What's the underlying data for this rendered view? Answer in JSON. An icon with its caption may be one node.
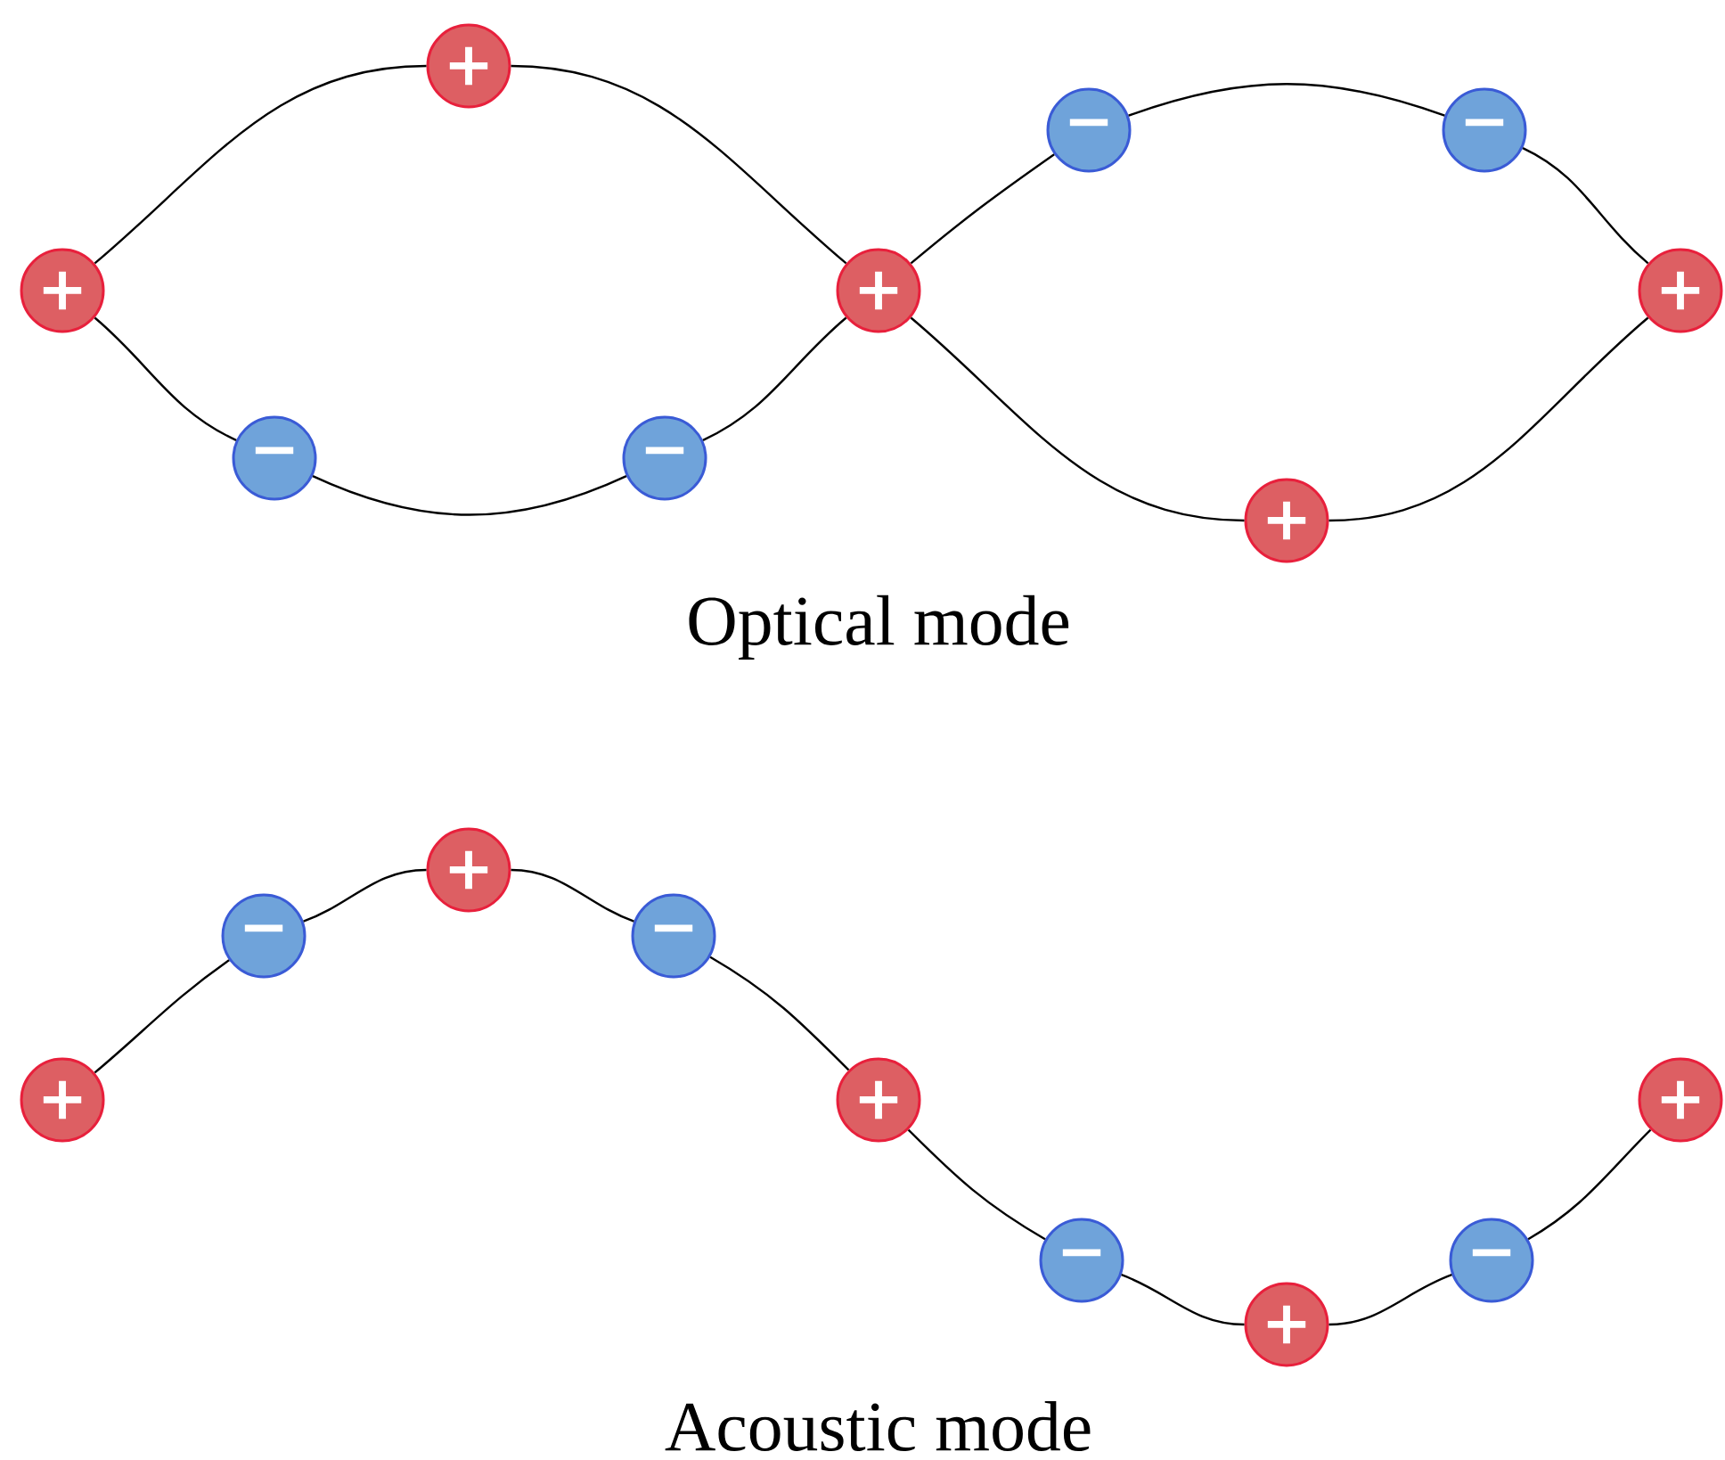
{
  "diagram": {
    "nodes": [
      {
        "text": [
          "+"
        ]
      },
      {
        "text": [
          "+"
        ]
      },
      {
        "text": [
          "+"
        ]
      },
      {
        "text": [
          "−"
        ]
      },
      {
        "text": [
          "−"
        ]
      },
      {
        "text": [
          "−"
        ]
      },
      {
        "text": [
          "−"
        ]
      },
      {
        "text": [
          "+"
        ]
      },
      {
        "text": [
          "+"
        ]
      },
      {
        "text": [
          "+"
        ]
      },
      {
        "text": [
          "−"
        ]
      },
      {
        "text": [
          "+"
        ]
      },
      {
        "text": [
          "−"
        ]
      },
      {
        "text": [
          "+"
        ]
      },
      {
        "text": [
          "−"
        ]
      },
      {
        "text": [
          "+"
        ]
      },
      {
        "text": [
          "−"
        ]
      },
      {
        "text": [
          "+"
        ]
      }
    ],
    "edges": [
      {
        "from": 0,
        "to": 1,
        "arrow": "none"
      },
      {
        "from": 1,
        "to": 2,
        "arrow": "none"
      },
      {
        "from": 0,
        "to": 3,
        "arrow": "none"
      },
      {
        "from": 3,
        "to": 4,
        "arrow": "none"
      },
      {
        "from": 4,
        "to": 2,
        "arrow": "none"
      },
      {
        "from": 2,
        "to": 5,
        "arrow": "none"
      },
      {
        "from": 5,
        "to": 6,
        "arrow": "none"
      },
      {
        "from": 6,
        "to": 7,
        "arrow": "none"
      },
      {
        "from": 2,
        "to": 8,
        "arrow": "none"
      },
      {
        "from": 8,
        "to": 7,
        "arrow": "none"
      },
      {
        "from": 9,
        "to": 10,
        "arrow": "none"
      },
      {
        "from": 10,
        "to": 11,
        "arrow": "none"
      },
      {
        "from": 11,
        "to": 12,
        "arrow": "none"
      },
      {
        "from": 12,
        "to": 13,
        "arrow": "none"
      },
      {
        "from": 13,
        "to": 14,
        "arrow": "none"
      },
      {
        "from": 14,
        "to": 15,
        "arrow": "none"
      },
      {
        "from": 15,
        "to": 16,
        "arrow": "none"
      },
      {
        "from": 16,
        "to": 17,
        "arrow": "none"
      }
    ],
    "labels": [
      "Optical mode",
      "Acoustic mode"
    ]
  }
}
